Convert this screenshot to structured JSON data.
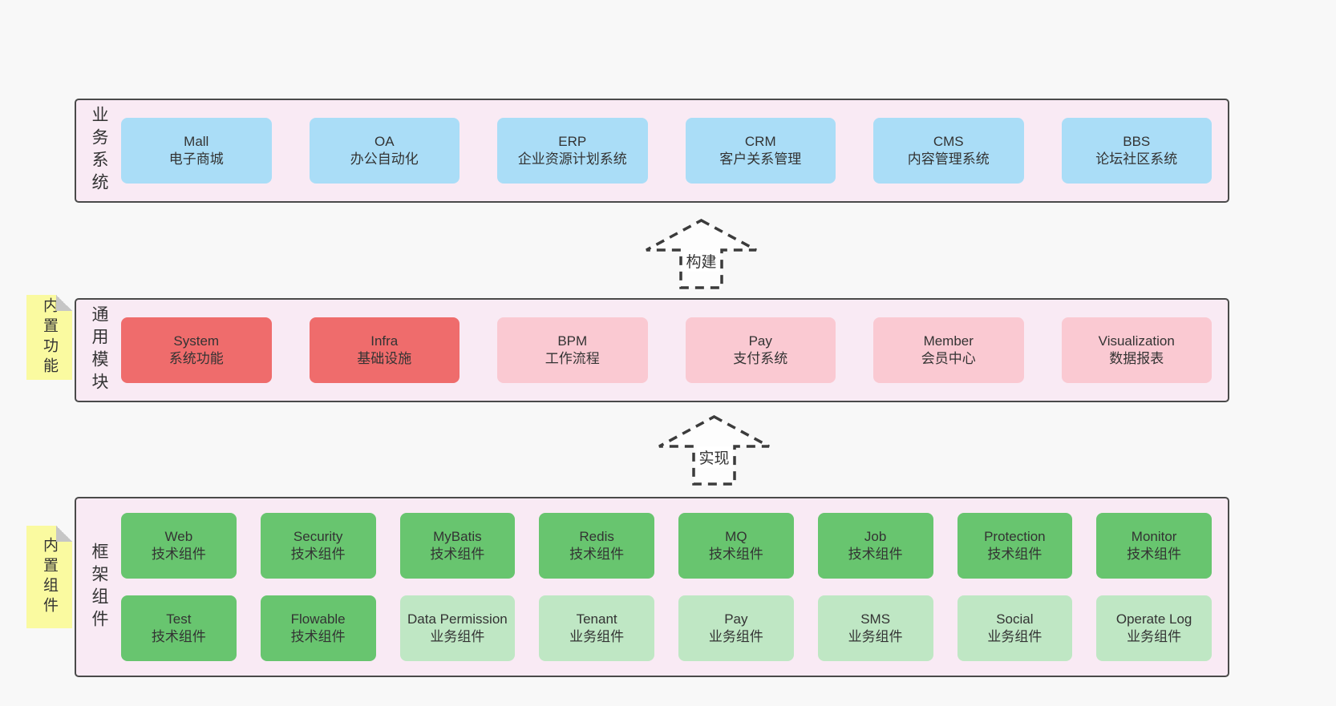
{
  "colors": {
    "page_bg": "#f8f8f8",
    "panel_bg": "#f9eaf4",
    "panel_border": "#4a4a4a",
    "blue": "#aaddf7",
    "red": "#ef6c6c",
    "pink": "#fac9d2",
    "green": "#68c56f",
    "lightgreen": "#bfe7c4",
    "sticky_yellow": "#fafaa0",
    "sticky_fold": "#c6c6c6",
    "arrow_stroke": "#3b3b3b",
    "text": "#333333"
  },
  "arrows": [
    {
      "label": "构建"
    },
    {
      "label": "实现"
    }
  ],
  "stickies": [
    {
      "label": "内置功能"
    },
    {
      "label": "内置组件"
    }
  ],
  "sections": [
    {
      "name": "business-systems",
      "side_label": "业务系统",
      "rows": [
        [
          {
            "title": "Mall",
            "subtitle": "电子商城",
            "variant": "blue"
          },
          {
            "title": "OA",
            "subtitle": "办公自动化",
            "variant": "blue"
          },
          {
            "title": "ERP",
            "subtitle": "企业资源计划系统",
            "variant": "blue"
          },
          {
            "title": "CRM",
            "subtitle": "客户关系管理",
            "variant": "blue"
          },
          {
            "title": "CMS",
            "subtitle": "内容管理系统",
            "variant": "blue"
          },
          {
            "title": "BBS",
            "subtitle": "论坛社区系统",
            "variant": "blue"
          }
        ]
      ]
    },
    {
      "name": "common-modules",
      "side_label": "通用模块",
      "rows": [
        [
          {
            "title": "System",
            "subtitle": "系统功能",
            "variant": "red"
          },
          {
            "title": "Infra",
            "subtitle": "基础设施",
            "variant": "red"
          },
          {
            "title": "BPM",
            "subtitle": "工作流程",
            "variant": "pink"
          },
          {
            "title": "Pay",
            "subtitle": "支付系统",
            "variant": "pink"
          },
          {
            "title": "Member",
            "subtitle": "会员中心",
            "variant": "pink"
          },
          {
            "title": "Visualization",
            "subtitle": "数据报表",
            "variant": "pink"
          }
        ]
      ]
    },
    {
      "name": "framework-components",
      "side_label": "框架组件",
      "rows": [
        [
          {
            "title": "Web",
            "subtitle": "技术组件",
            "variant": "green"
          },
          {
            "title": "Security",
            "subtitle": "技术组件",
            "variant": "green"
          },
          {
            "title": "MyBatis",
            "subtitle": "技术组件",
            "variant": "green"
          },
          {
            "title": "Redis",
            "subtitle": "技术组件",
            "variant": "green"
          },
          {
            "title": "MQ",
            "subtitle": "技术组件",
            "variant": "green"
          },
          {
            "title": "Job",
            "subtitle": "技术组件",
            "variant": "green"
          },
          {
            "title": "Protection",
            "subtitle": "技术组件",
            "variant": "green"
          },
          {
            "title": "Monitor",
            "subtitle": "技术组件",
            "variant": "green"
          }
        ],
        [
          {
            "title": "Test",
            "subtitle": "技术组件",
            "variant": "green"
          },
          {
            "title": "Flowable",
            "subtitle": "技术组件",
            "variant": "green"
          },
          {
            "title": "Data Permission",
            "subtitle": "业务组件",
            "variant": "lightgreen"
          },
          {
            "title": "Tenant",
            "subtitle": "业务组件",
            "variant": "lightgreen"
          },
          {
            "title": "Pay",
            "subtitle": "业务组件",
            "variant": "lightgreen"
          },
          {
            "title": "SMS",
            "subtitle": "业务组件",
            "variant": "lightgreen"
          },
          {
            "title": "Social",
            "subtitle": "业务组件",
            "variant": "lightgreen"
          },
          {
            "title": "Operate Log",
            "subtitle": "业务组件",
            "variant": "lightgreen"
          }
        ]
      ]
    }
  ]
}
